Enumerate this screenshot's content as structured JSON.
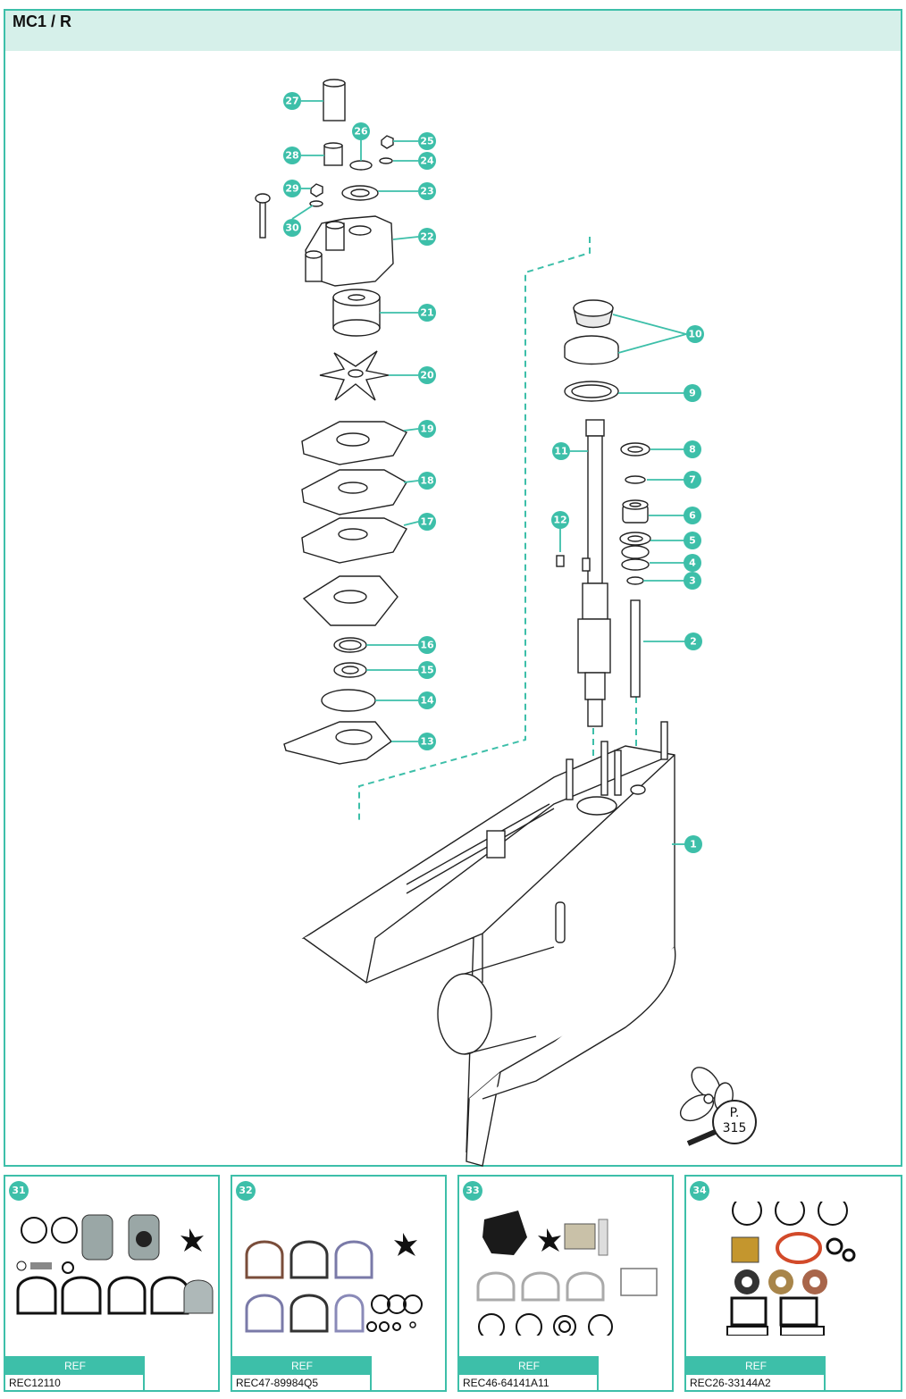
{
  "header": {
    "title": "MC1 / R"
  },
  "callouts": [
    "1",
    "2",
    "3",
    "4",
    "5",
    "6",
    "7",
    "8",
    "9",
    "10",
    "11",
    "12",
    "13",
    "14",
    "15",
    "16",
    "17",
    "18",
    "19",
    "20",
    "21",
    "22",
    "23",
    "24",
    "25",
    "26",
    "27",
    "28",
    "29",
    "30"
  ],
  "page_ref": {
    "prefix": "P.",
    "page": "315"
  },
  "kits": [
    {
      "number": "31",
      "ref_label": "REF",
      "code": "REC12110"
    },
    {
      "number": "32",
      "ref_label": "REF",
      "code": "REC47-89984Q5"
    },
    {
      "number": "33",
      "ref_label": "REF",
      "code": "REC46-64141A11"
    },
    {
      "number": "34",
      "ref_label": "REF",
      "code": "REC26-33144A2"
    }
  ],
  "colors": {
    "accent": "#3dbfa9",
    "header_bg": "#d6f0ea"
  }
}
